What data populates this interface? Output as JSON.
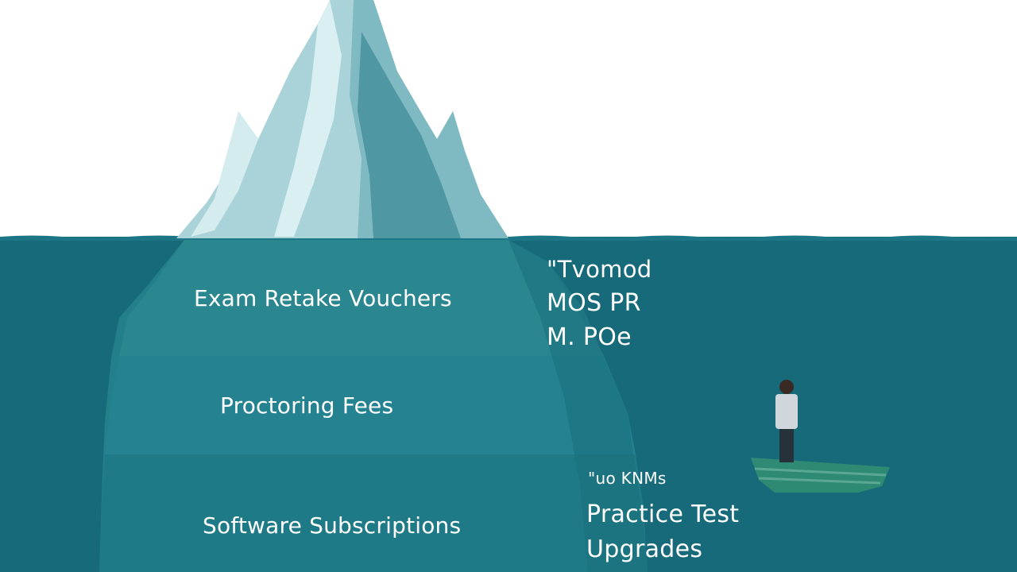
{
  "colors": {
    "sky": "#ffffff",
    "water": "#176a7a",
    "iceberg_underwater": "#237f8a",
    "iceberg_top": "#a9d3d8",
    "boat": "#2f8a74",
    "text": "#ffffff"
  },
  "tiers": [
    "Exam Retake Vouchers",
    "Proctoring Fees",
    "Software Subscriptions"
  ],
  "side_text_upper": [
    "\"Tvomod",
    "MOS PR",
    "M. POe"
  ],
  "side_text_lower": [
    "\"uo KNMs",
    "Practice Test",
    "Upgrades"
  ],
  "icons": {
    "figure": "person-standing-icon",
    "boat": "rowboat-icon"
  }
}
